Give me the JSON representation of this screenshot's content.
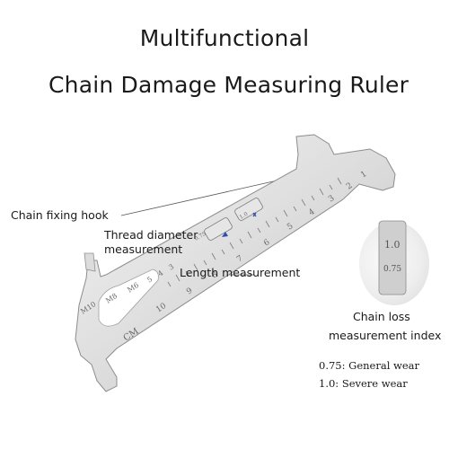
{
  "title": {
    "line1": "Multifunctional",
    "line2": "Chain Damage Measuring Ruler"
  },
  "labels": {
    "chain_fixing_hook": "Chain fixing hook",
    "thread_line1": "Thread diameter",
    "thread_line2": "measurement",
    "length": "Length measurement",
    "chain_loss_line1": "Chain loss",
    "chain_loss_line2": "measurement index",
    "wear_general": "0.75: General wear",
    "wear_severe": "1.0: Severe wear"
  },
  "ruler": {
    "cm_label": "CM",
    "scale_numbers": [
      "10",
      "9",
      "8",
      "7",
      "6",
      "5",
      "4",
      "3",
      "2",
      "1"
    ],
    "thread_sizes": [
      "M10",
      "M8",
      "M6",
      "5",
      "4",
      "3"
    ],
    "gauge_marks": [
      "0.75",
      "1.0"
    ],
    "zoom_marks": [
      "1.0",
      "0.75"
    ]
  },
  "colors": {
    "steel_light": "#e9e9e9",
    "steel_mid": "#cfcfcf",
    "steel_dark": "#9a9a9a",
    "tick": "#b03030",
    "arrow": "#2a4fb0"
  }
}
